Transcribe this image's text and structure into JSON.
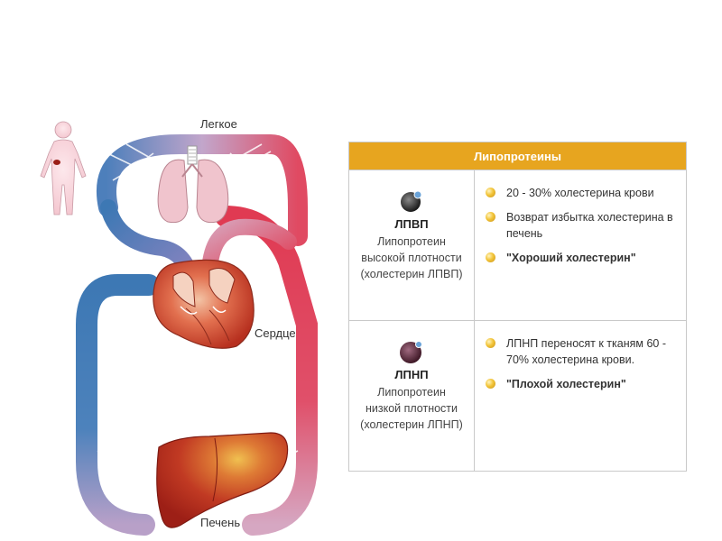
{
  "labels": {
    "lung": "Легкое",
    "heart": "Сердце",
    "liver": "Печень"
  },
  "table": {
    "header": "Липопротеины",
    "rows": [
      {
        "abbr": "ЛПВП",
        "full": [
          "Липопротеин",
          "высокой плотности",
          "(холестерин ЛПВП)"
        ],
        "ball_color": "#2a2a2a",
        "bullets": [
          {
            "text": "20 - 30% холестерина крови",
            "bold": false
          },
          {
            "text": "Возврат избытка холестерина в печень",
            "bold": false
          },
          {
            "text": "\"Хороший холестерин\"",
            "bold": true
          }
        ]
      },
      {
        "abbr": "ЛПНП",
        "full": [
          "Липопротеин",
          "низкой плотности",
          "(холестерин ЛПНП)"
        ],
        "ball_color": "#5a2a3c",
        "bullets": [
          {
            "text": "ЛПНП переносят к тканям 60 - 70% холестерина крови.",
            "bold": false
          },
          {
            "text": "\"Плохой холестерин\"",
            "bold": true
          }
        ]
      }
    ]
  },
  "colors": {
    "header": "#e7a51f",
    "vein_blue": "#3d78b4",
    "artery_red": "#e03a52",
    "heart": "#d44a35",
    "liver": "#b92c1e",
    "lung": "#f0c4cd"
  }
}
